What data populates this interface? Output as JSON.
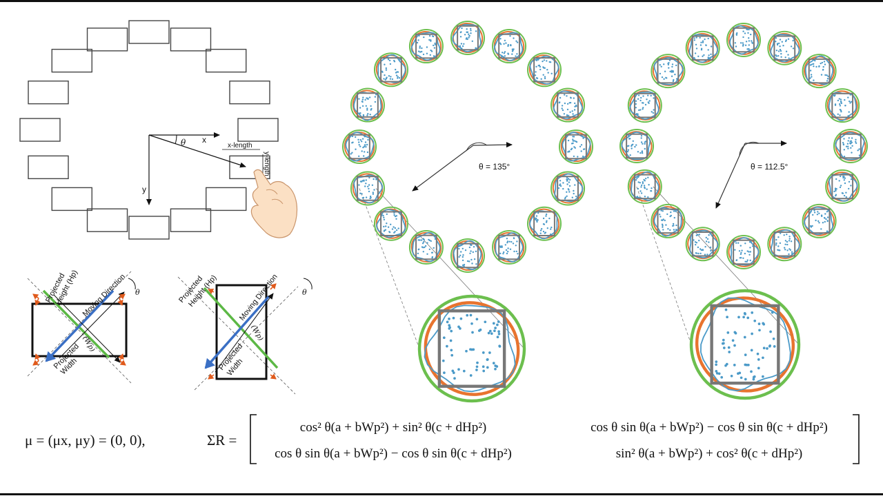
{
  "circle_layout": {
    "axis_x": "x",
    "axis_y": "y",
    "angle": "θ",
    "x_length": "x-length",
    "y_length": "y-length"
  },
  "projection_left": {
    "height_label": "Projected",
    "height_label2": "Height (Hp)",
    "moving": "Moving Direction",
    "width_sym": "(Wp)",
    "width_label": "Projected",
    "width_label2": "Width",
    "angle": "θ"
  },
  "projection_right": {
    "height_label": "Projected",
    "height_label2": "Height (Hp)",
    "moving": "Moving Direction",
    "width_sym": "(Wp)",
    "width_label": "Projected",
    "width_label2": "Width",
    "angle": "θ"
  },
  "panel_a": {
    "angle_label": "θ = 135°"
  },
  "panel_b": {
    "angle_label": "θ = 112.5°"
  },
  "colors": {
    "orange": "#e8742f",
    "green": "#6cbf4e",
    "blue": "#4b9ac8",
    "gray": "#777777"
  },
  "equation": {
    "mu": "μ = (μx, μy) = (0, 0),",
    "sigma": "ΣR =",
    "m11": "cos² θ(a + bWp²) + sin² θ(c + dHp²)",
    "m12": "cos θ sin θ(a + bWp²) − cos θ sin θ(c + dHp²)",
    "m21": "cos θ sin θ(a + bWp²) − cos θ sin θ(c + dHp²)",
    "m22": "sin² θ(a + bWp²) + cos² θ(c + dHp²)"
  }
}
